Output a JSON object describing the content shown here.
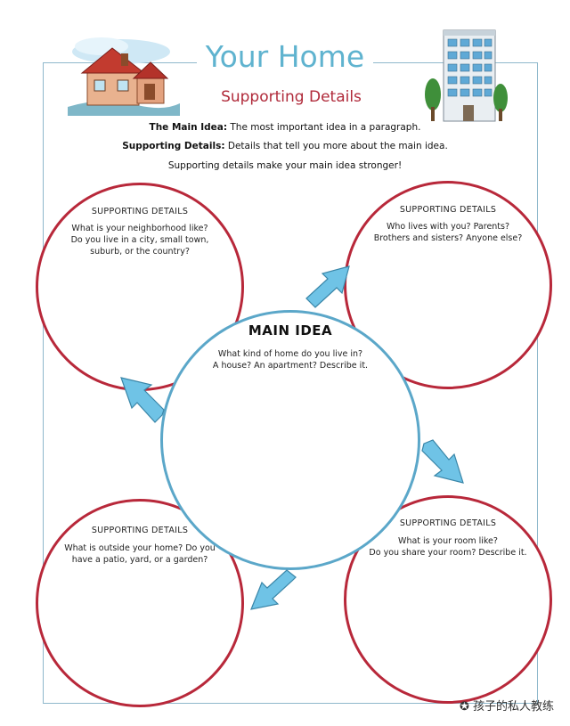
{
  "header": {
    "title": "Your Home",
    "subtitle": "Supporting Details"
  },
  "definitions": {
    "main_idea_label": "The Main Idea:",
    "main_idea_text": "The most important idea in a paragraph.",
    "supporting_label": "Supporting Details:",
    "supporting_text": "Details that tell you more about the main idea.",
    "note": "Supporting details make your main idea stronger!"
  },
  "main_idea": {
    "heading": "MAIN IDEA",
    "line1": "What kind of home do you live in?",
    "line2": "A house? An apartment? Describe it."
  },
  "details": {
    "top_left": {
      "heading": "SUPPORTING DETAILS",
      "line1": "What is your neighborhood like?",
      "line2": "Do you live in a city, small town,",
      "line3": "suburb, or the country?"
    },
    "top_right": {
      "heading": "SUPPORTING DETAILS",
      "line1": "Who lives with you? Parents?",
      "line2": "Brothers and sisters? Anyone else?"
    },
    "bottom_left": {
      "heading": "SUPPORTING DETAILS",
      "line1": "What is outside your home? Do you",
      "line2": "have a patio, yard, or a garden?"
    },
    "bottom_right": {
      "heading": "SUPPORTING DETAILS",
      "line1": "What is your room like?",
      "line2": "Do you share your room? Describe it."
    }
  },
  "watermark": "孩子的私人教练",
  "colors": {
    "title_blue": "#5fb3cf",
    "subtitle_red": "#b02a3a",
    "circle_red": "#b8283a",
    "circle_blue": "#5ba7c9",
    "arrow_blue": "#6fc3e6"
  }
}
